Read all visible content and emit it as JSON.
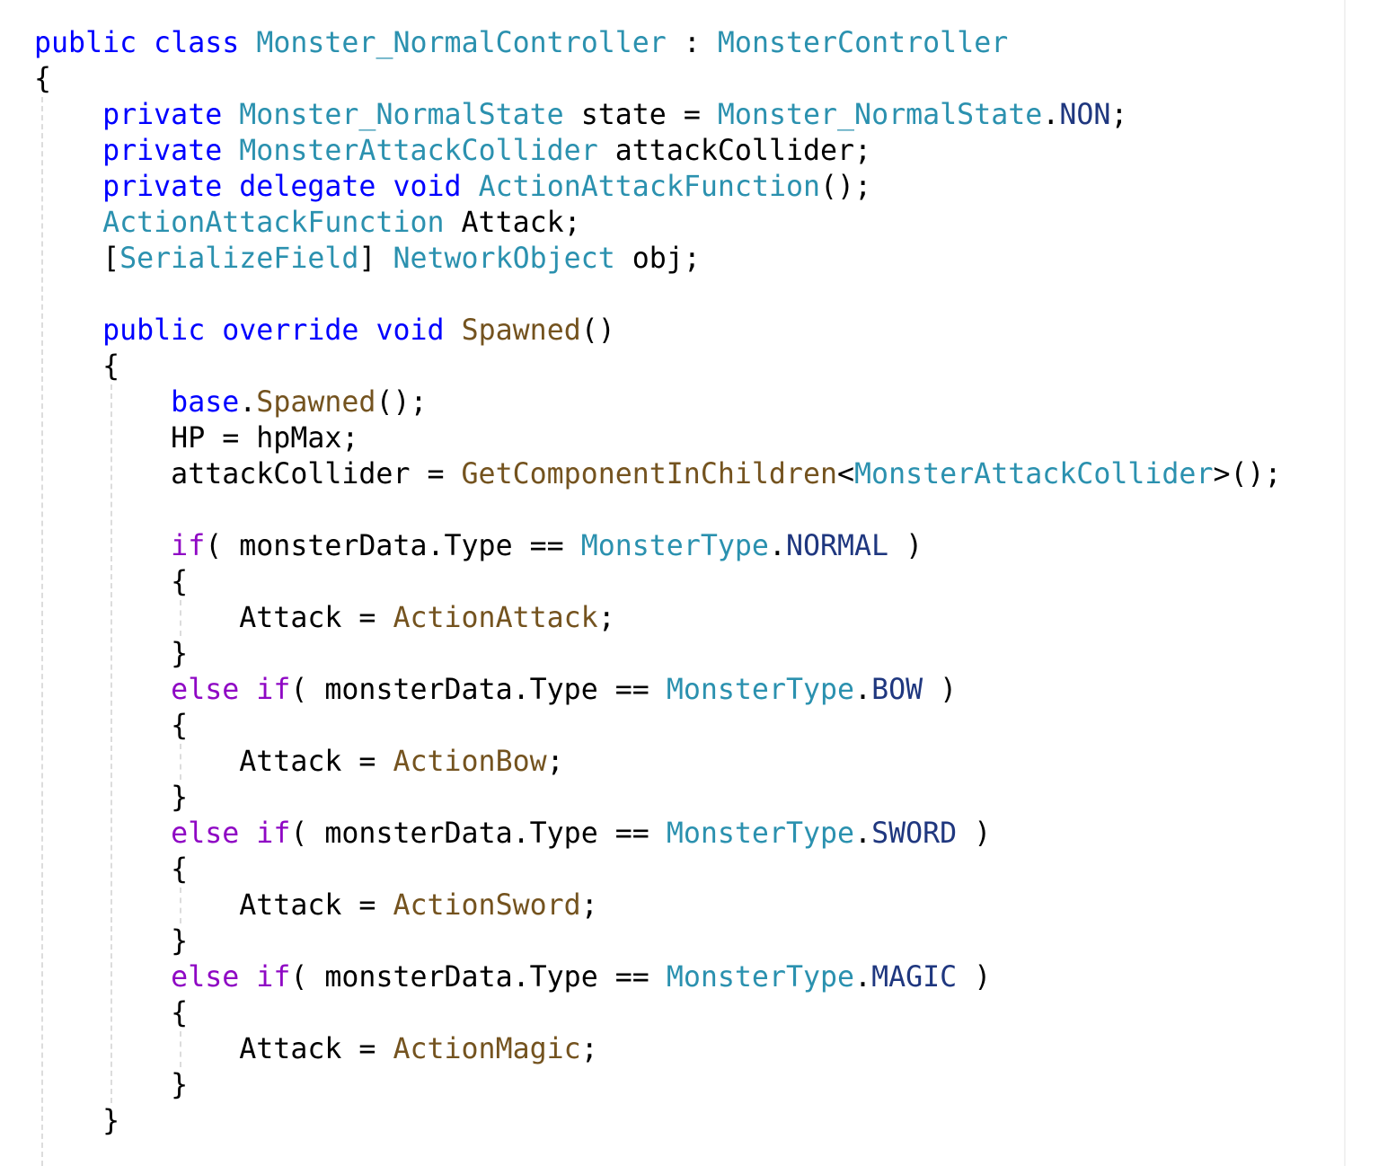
{
  "colors": {
    "keyword": "#0000ff",
    "control": "#8f08c4",
    "type": "#2b91af",
    "method": "#74531f",
    "enum_member": "#1f377f",
    "plain": "#000000",
    "background": "#ffffff",
    "indent_guide": "#dcdcdc"
  },
  "lines": [
    {
      "tokens": [
        {
          "t": "public",
          "c": "kw"
        },
        {
          "t": " "
        },
        {
          "t": "class",
          "c": "kw"
        },
        {
          "t": " "
        },
        {
          "t": "Monster_NormalController",
          "c": "ty"
        },
        {
          "t": " : "
        },
        {
          "t": "MonsterController",
          "c": "ty"
        }
      ]
    },
    {
      "tokens": [
        {
          "t": "{"
        }
      ]
    },
    {
      "tokens": [
        {
          "t": "    "
        },
        {
          "t": "private",
          "c": "kw"
        },
        {
          "t": " "
        },
        {
          "t": "Monster_NormalState",
          "c": "ty"
        },
        {
          "t": " state = "
        },
        {
          "t": "Monster_NormalState",
          "c": "ty"
        },
        {
          "t": "."
        },
        {
          "t": "NON",
          "c": "en"
        },
        {
          "t": ";"
        }
      ]
    },
    {
      "tokens": [
        {
          "t": "    "
        },
        {
          "t": "private",
          "c": "kw"
        },
        {
          "t": " "
        },
        {
          "t": "MonsterAttackCollider",
          "c": "ty"
        },
        {
          "t": " attackCollider;"
        }
      ]
    },
    {
      "tokens": [
        {
          "t": "    "
        },
        {
          "t": "private",
          "c": "kw"
        },
        {
          "t": " "
        },
        {
          "t": "delegate",
          "c": "kw"
        },
        {
          "t": " "
        },
        {
          "t": "void",
          "c": "kw"
        },
        {
          "t": " "
        },
        {
          "t": "ActionAttackFunction",
          "c": "ty"
        },
        {
          "t": "();"
        }
      ]
    },
    {
      "tokens": [
        {
          "t": "    "
        },
        {
          "t": "ActionAttackFunction",
          "c": "ty"
        },
        {
          "t": " Attack;"
        }
      ]
    },
    {
      "tokens": [
        {
          "t": "    ["
        },
        {
          "t": "SerializeField",
          "c": "ty"
        },
        {
          "t": "] "
        },
        {
          "t": "NetworkObject",
          "c": "ty"
        },
        {
          "t": " obj;"
        }
      ]
    },
    {
      "tokens": [
        {
          "t": ""
        }
      ]
    },
    {
      "tokens": [
        {
          "t": "    "
        },
        {
          "t": "public",
          "c": "kw"
        },
        {
          "t": " "
        },
        {
          "t": "override",
          "c": "kw"
        },
        {
          "t": " "
        },
        {
          "t": "void",
          "c": "kw"
        },
        {
          "t": " "
        },
        {
          "t": "Spawned",
          "c": "fn"
        },
        {
          "t": "()"
        }
      ]
    },
    {
      "tokens": [
        {
          "t": "    {"
        }
      ]
    },
    {
      "tokens": [
        {
          "t": "        "
        },
        {
          "t": "base",
          "c": "kw"
        },
        {
          "t": "."
        },
        {
          "t": "Spawned",
          "c": "fn"
        },
        {
          "t": "();"
        }
      ]
    },
    {
      "tokens": [
        {
          "t": "        HP = hpMax;"
        }
      ]
    },
    {
      "tokens": [
        {
          "t": "        attackCollider = "
        },
        {
          "t": "GetComponentInChildren",
          "c": "fn"
        },
        {
          "t": "<"
        },
        {
          "t": "MonsterAttackCollider",
          "c": "ty"
        },
        {
          "t": ">();"
        }
      ]
    },
    {
      "tokens": [
        {
          "t": ""
        }
      ]
    },
    {
      "tokens": [
        {
          "t": "        "
        },
        {
          "t": "if",
          "c": "ctl"
        },
        {
          "t": "( monsterData.Type == "
        },
        {
          "t": "MonsterType",
          "c": "ty"
        },
        {
          "t": "."
        },
        {
          "t": "NORMAL",
          "c": "en"
        },
        {
          "t": " )"
        }
      ]
    },
    {
      "tokens": [
        {
          "t": "        {"
        }
      ]
    },
    {
      "tokens": [
        {
          "t": "            Attack = "
        },
        {
          "t": "ActionAttack",
          "c": "fn"
        },
        {
          "t": ";"
        }
      ]
    },
    {
      "tokens": [
        {
          "t": "        }"
        }
      ]
    },
    {
      "tokens": [
        {
          "t": "        "
        },
        {
          "t": "else",
          "c": "ctl"
        },
        {
          "t": " "
        },
        {
          "t": "if",
          "c": "ctl"
        },
        {
          "t": "( monsterData.Type == "
        },
        {
          "t": "MonsterType",
          "c": "ty"
        },
        {
          "t": "."
        },
        {
          "t": "BOW",
          "c": "en"
        },
        {
          "t": " )"
        }
      ]
    },
    {
      "tokens": [
        {
          "t": "        {"
        }
      ]
    },
    {
      "tokens": [
        {
          "t": "            Attack = "
        },
        {
          "t": "ActionBow",
          "c": "fn"
        },
        {
          "t": ";"
        }
      ]
    },
    {
      "tokens": [
        {
          "t": "        }"
        }
      ]
    },
    {
      "tokens": [
        {
          "t": "        "
        },
        {
          "t": "else",
          "c": "ctl"
        },
        {
          "t": " "
        },
        {
          "t": "if",
          "c": "ctl"
        },
        {
          "t": "( monsterData.Type == "
        },
        {
          "t": "MonsterType",
          "c": "ty"
        },
        {
          "t": "."
        },
        {
          "t": "SWORD",
          "c": "en"
        },
        {
          "t": " )"
        }
      ]
    },
    {
      "tokens": [
        {
          "t": "        {"
        }
      ]
    },
    {
      "tokens": [
        {
          "t": "            Attack = "
        },
        {
          "t": "ActionSword",
          "c": "fn"
        },
        {
          "t": ";"
        }
      ]
    },
    {
      "tokens": [
        {
          "t": "        }"
        }
      ]
    },
    {
      "tokens": [
        {
          "t": "        "
        },
        {
          "t": "else",
          "c": "ctl"
        },
        {
          "t": " "
        },
        {
          "t": "if",
          "c": "ctl"
        },
        {
          "t": "( monsterData.Type == "
        },
        {
          "t": "MonsterType",
          "c": "ty"
        },
        {
          "t": "."
        },
        {
          "t": "MAGIC",
          "c": "en"
        },
        {
          "t": " )"
        }
      ]
    },
    {
      "tokens": [
        {
          "t": "        {"
        }
      ]
    },
    {
      "tokens": [
        {
          "t": "            Attack = "
        },
        {
          "t": "ActionMagic",
          "c": "fn"
        },
        {
          "t": ";"
        }
      ]
    },
    {
      "tokens": [
        {
          "t": "        }"
        }
      ]
    },
    {
      "tokens": [
        {
          "t": "    }"
        }
      ]
    }
  ]
}
